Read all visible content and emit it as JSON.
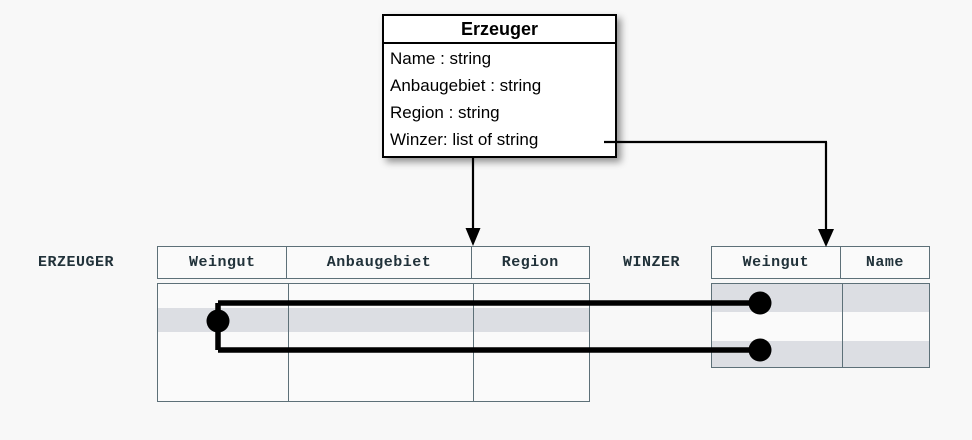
{
  "diagram": {
    "background_color": "#f8f8f8",
    "line_color": "#000000",
    "table_border_color": "#5d7078",
    "shaded_row_color": "#dcdee3"
  },
  "uml_class": {
    "name": "Erzeuger",
    "attributes": [
      "Name : string",
      "Anbaugebiet : string",
      "Region : string",
      "Winzer: list of string"
    ]
  },
  "tables": [
    {
      "label": "ERZEUGER",
      "columns": [
        "Weingut",
        "Anbaugebiet",
        "Region"
      ],
      "row_count": 4,
      "shaded_rows": [
        2
      ]
    },
    {
      "label": "WINZER",
      "columns": [
        "Weingut",
        "Name"
      ],
      "row_count": 3,
      "shaded_rows": [
        1,
        3
      ]
    }
  ],
  "connectors": {
    "mapping_arrow_left": "Erzeuger class to ERZEUGER table",
    "mapping_arrow_right": "Winzer attribute to WINZER Weingut column",
    "link_description": "ERZEUGER row 2 Weingut value joined to WINZER rows 1 and 3 Weingut values"
  }
}
